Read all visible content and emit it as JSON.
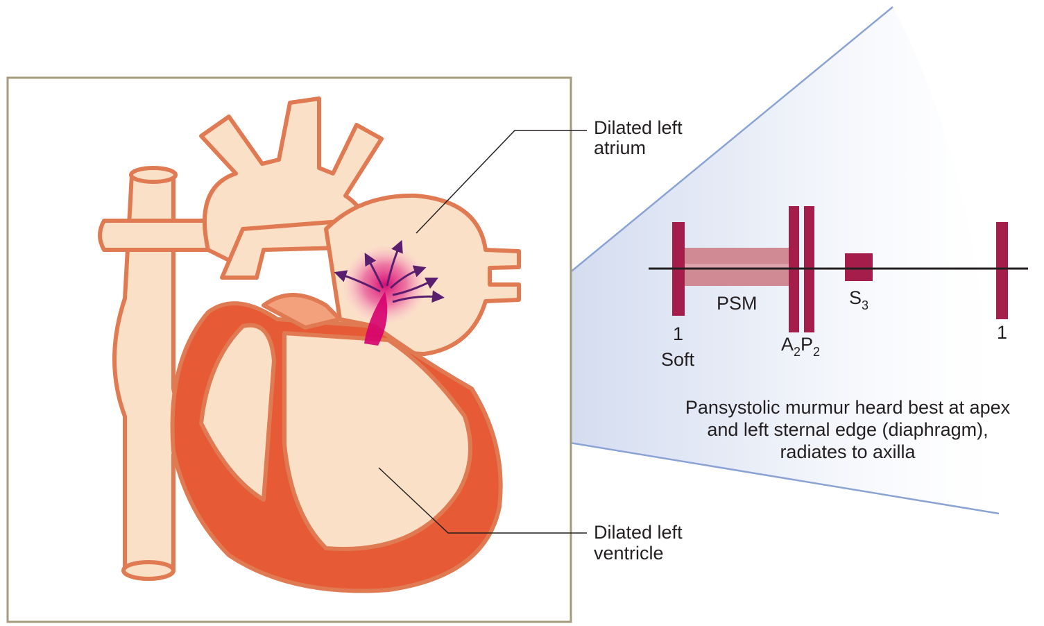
{
  "heart": {
    "labels": {
      "atrium_line1": "Dilated left",
      "atrium_line2": "atrium",
      "ventricle_line1": "Dilated left",
      "ventricle_line2": "ventricle"
    }
  },
  "phonocardiogram": {
    "s1_number": "1",
    "s1_quality": "Soft",
    "murmur_label": "PSM",
    "a2_letter": "A",
    "a2_sub": "2",
    "p2_letter": "P",
    "p2_sub": "2",
    "s3_letter": "S",
    "s3_sub": "3",
    "s1_next_number": "1"
  },
  "caption": {
    "line1": "Pansystolic murmur heard best at apex",
    "line2": "and left sternal edge (diaphragm),",
    "line3": "radiates to axilla"
  },
  "colors": {
    "frame": "#a69a7c",
    "heart_fill": "#fbe0c8",
    "heart_outline": "#e07a52",
    "myocardium": "#e65a35",
    "regurgitant_jet": "#e0187a",
    "arrows": "#5a1e6e",
    "sound_bar": "#a51e4b",
    "murmur_band": "#cf8a94",
    "beam_edge": "#8aa3d4"
  }
}
